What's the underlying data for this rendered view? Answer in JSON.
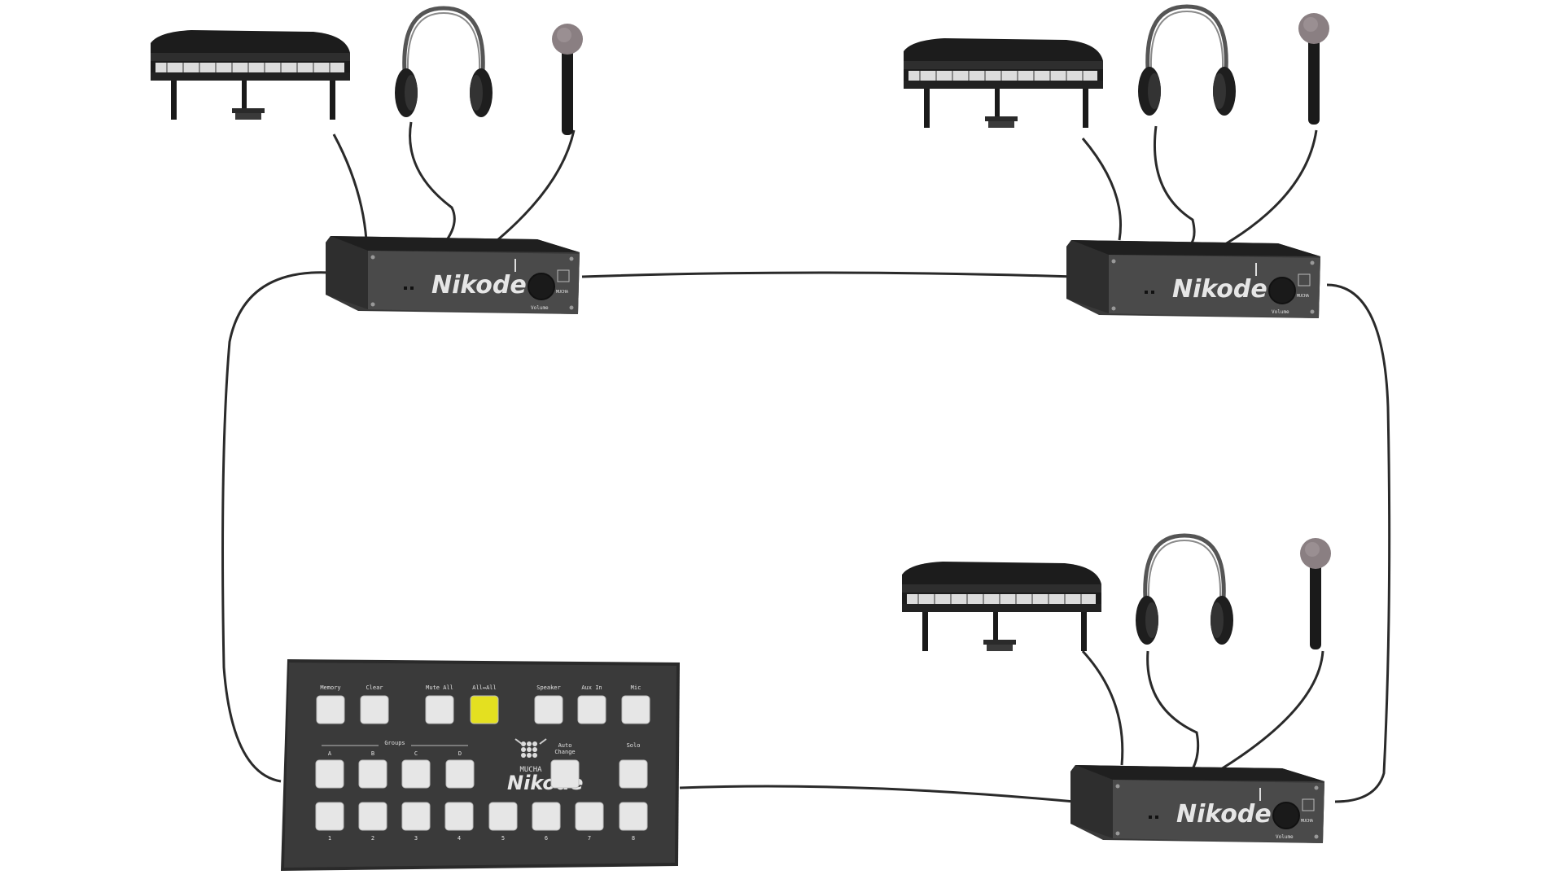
{
  "colors": {
    "background": "#ffffff",
    "device": "#3a3a3a",
    "device_front": "#4a4a4a",
    "cable": "#2a2a2a",
    "button": "#e6e6e6",
    "button_active": "#e4e020",
    "mic_head": "#8a7f82"
  },
  "stations": [
    {
      "brand": "Nikode",
      "knob_label": "Volume",
      "logo_text": "MUCHA",
      "icons": [
        "grand-piano-icon",
        "headphones-icon",
        "microphone-icon"
      ]
    },
    {
      "brand": "Nikode",
      "knob_label": "Volume",
      "logo_text": "MUCHA",
      "icons": [
        "grand-piano-icon",
        "headphones-icon",
        "microphone-icon"
      ]
    },
    {
      "brand": "Nikode",
      "knob_label": "Volume",
      "logo_text": "MUCHA",
      "icons": [
        "grand-piano-icon",
        "headphones-icon",
        "microphone-icon"
      ]
    }
  ],
  "controller": {
    "brand": "Nikode",
    "logo_text": "MUCHA",
    "groups_label": "Groups",
    "top_buttons": [
      {
        "label": "Memory",
        "active": false
      },
      {
        "label": "Clear",
        "active": false
      },
      {
        "label": "Mute All",
        "active": false
      },
      {
        "label": "All↔All",
        "active": true
      },
      {
        "label": "Speaker",
        "active": false
      },
      {
        "label": "Aux In",
        "active": false
      },
      {
        "label": "Mic",
        "active": false
      }
    ],
    "group_buttons": [
      "A",
      "B",
      "C",
      "D"
    ],
    "auto_change_label": "Auto Change",
    "solo_label": "Solo",
    "number_buttons": [
      "1",
      "2",
      "3",
      "4",
      "5",
      "6",
      "7",
      "8"
    ]
  }
}
